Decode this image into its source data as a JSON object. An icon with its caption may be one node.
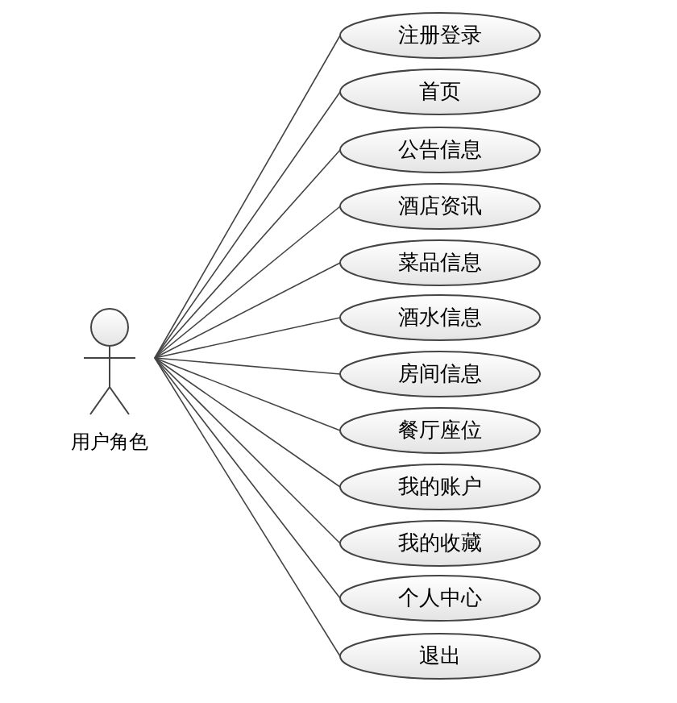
{
  "diagram": {
    "nodes": [
      {
        "text": [
          "用户角色"
        ]
      },
      {
        "text": [
          "注册登录"
        ]
      },
      {
        "text": [
          "首页"
        ]
      },
      {
        "text": [
          "公告信息"
        ]
      },
      {
        "text": [
          "酒店资讯"
        ]
      },
      {
        "text": [
          "菜品信息"
        ]
      },
      {
        "text": [
          "酒水信息"
        ]
      },
      {
        "text": [
          "房间信息"
        ]
      },
      {
        "text": [
          "餐厅座位"
        ]
      },
      {
        "text": [
          "我的账户"
        ]
      },
      {
        "text": [
          "我的收藏"
        ]
      },
      {
        "text": [
          "个人中心"
        ]
      },
      {
        "text": [
          "退出"
        ]
      }
    ],
    "edges": [
      {
        "from": 0,
        "to": 1,
        "arrow": "none"
      },
      {
        "from": 0,
        "to": 2,
        "arrow": "none"
      },
      {
        "from": 0,
        "to": 3,
        "arrow": "none"
      },
      {
        "from": 0,
        "to": 4,
        "arrow": "none"
      },
      {
        "from": 0,
        "to": 5,
        "arrow": "none"
      },
      {
        "from": 0,
        "to": 6,
        "arrow": "none"
      },
      {
        "from": 0,
        "to": 7,
        "arrow": "none"
      },
      {
        "from": 0,
        "to": 8,
        "arrow": "none"
      },
      {
        "from": 0,
        "to": 9,
        "arrow": "none"
      },
      {
        "from": 0,
        "to": 10,
        "arrow": "none"
      },
      {
        "from": 0,
        "to": 11,
        "arrow": "none"
      },
      {
        "from": 0,
        "to": 12,
        "arrow": "none"
      }
    ]
  }
}
